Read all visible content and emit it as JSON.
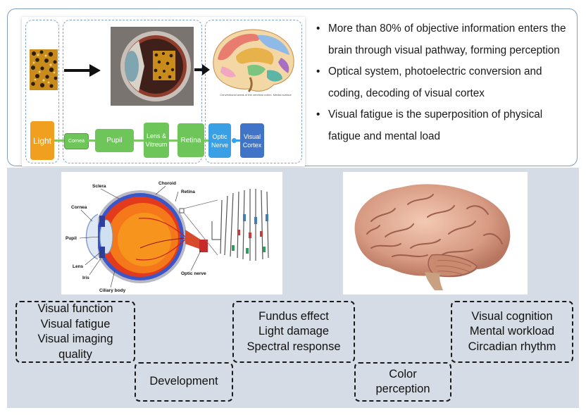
{
  "top": {
    "bullets": [
      "More than 80% of objective information enters the brain through visual pathway, forming perception",
      "Optical system, photoelectric conversion and coding, decoding of visual cortex",
      "Visual fatigue is the superposition of physical fatigue and mental load"
    ],
    "flow": [
      "Light",
      "Cornea",
      "Pupil",
      "Lens & Vitreum",
      "Retina",
      "Optic Nerve",
      "Visual Cortex"
    ],
    "brain_caption": "Conventional areas of the cerebral cortex. Medial surface"
  },
  "eye_diagram": {
    "labels": [
      "Sclera",
      "Choroid",
      "Retina",
      "Cornea",
      "Pupil",
      "Lens",
      "Iris",
      "Ciliary body",
      "Optic nerve"
    ]
  },
  "boxes": {
    "visual_function": [
      "Visual function",
      "Visual fatigue",
      "Visual imaging",
      "quality"
    ],
    "development": "Development",
    "fundus": [
      "Fundus effect",
      "Light damage",
      "Spectral response"
    ],
    "color_perception": [
      "Color",
      "perception"
    ],
    "cognition": [
      "Visual cognition",
      "Mental workload",
      "Circadian rhythm"
    ]
  },
  "colors": {
    "panel_border": "#7f9cc2",
    "bottom_bg": "#d6dce5",
    "flow_green": "#6ec55a",
    "flow_orange": "#f0a01e",
    "flow_blue": "#3d8fd6"
  }
}
